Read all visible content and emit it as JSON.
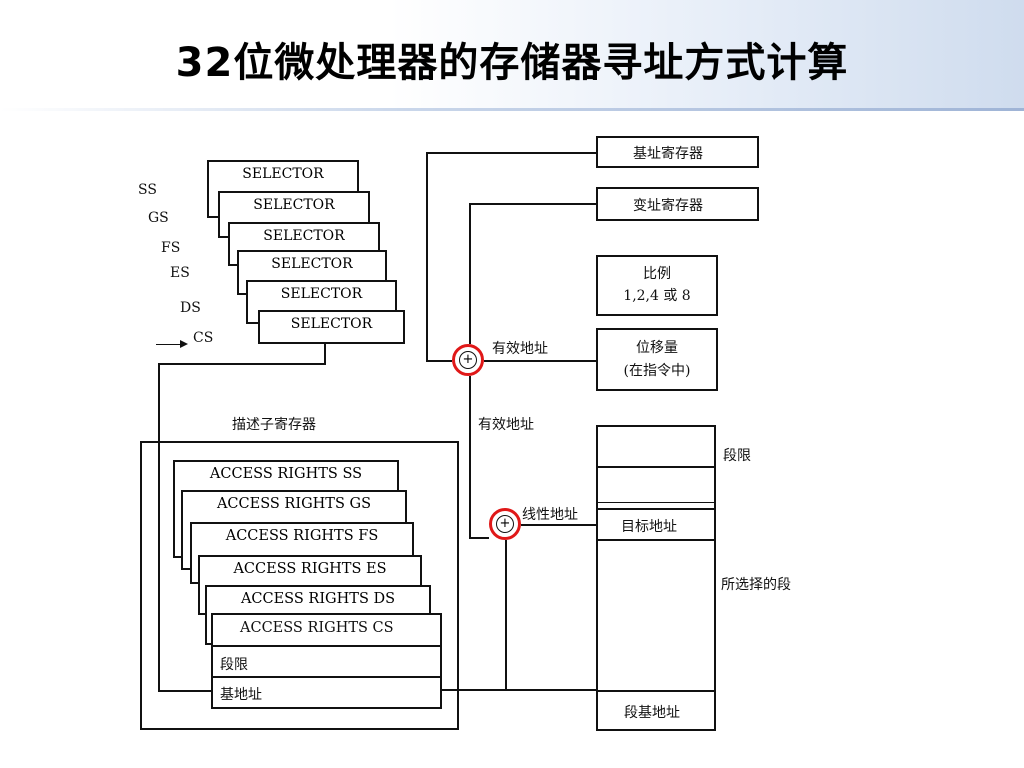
{
  "title": "32位微处理器的存储器寻址方式计算",
  "segment_registers": [
    "SS",
    "GS",
    "FS",
    "ES",
    "DS",
    "CS"
  ],
  "selector_label": "SELECTOR",
  "descriptor_title": "描述子寄存器",
  "access_rights": [
    "ACCESS RIGHTS SS",
    "ACCESS RIGHTS GS",
    "ACCESS RIGHTS FS",
    "ACCESS RIGHTS ES",
    "ACCESS RIGHTS DS",
    "ACCESS RIGHTS CS"
  ],
  "descriptor_limit": "段限",
  "descriptor_base": "基地址",
  "base_register": "基址寄存器",
  "index_register": "变址寄存器",
  "scale_line1": "比例",
  "scale_line2": "1,2,4 或 8",
  "displacement_line1": "位移量",
  "displacement_line2": "(在指令中)",
  "effective_address_1": "有效地址",
  "effective_address_2": "有效地址",
  "linear_address": "线性地址",
  "adder_symbol": "+",
  "segment_limit": "段限",
  "target_address": "目标地址",
  "selected_segment": "所选择的段",
  "segment_base": "段基地址"
}
